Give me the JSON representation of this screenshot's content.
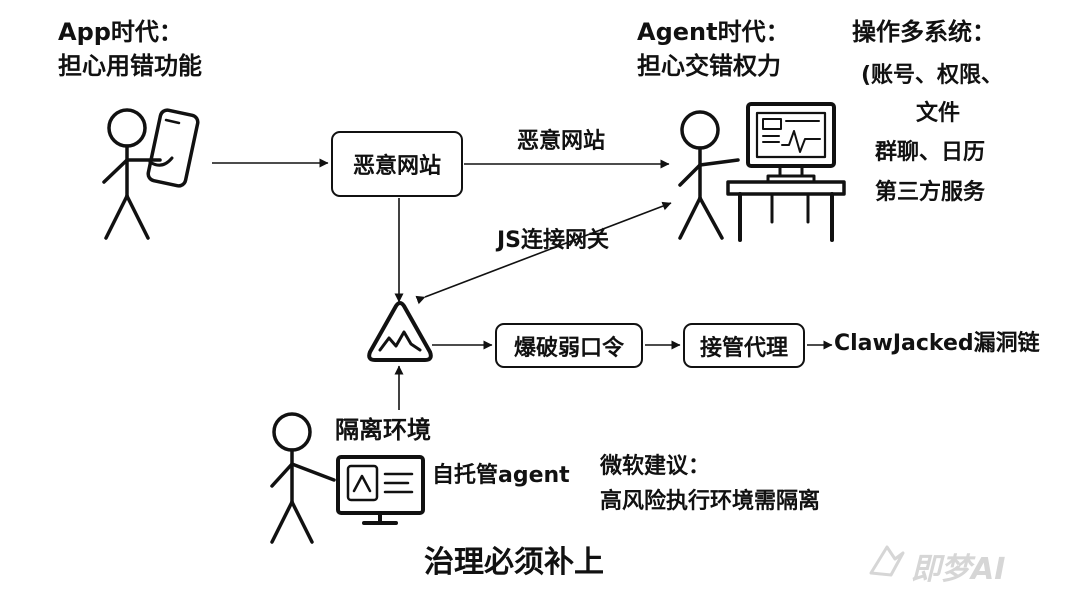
{
  "app_era": {
    "line1": "App时代：",
    "line2": "担心用错功能"
  },
  "agent_era": {
    "line1": "Agent时代：",
    "line2": "担心交错权力"
  },
  "multi_system": {
    "line1": "操作多系统：",
    "line2": "(账号、权限、",
    "line3": "文件",
    "line4": "群聊、日历",
    "line5": "第三方服务"
  },
  "nodes": {
    "malicious_site": "恶意网站",
    "brute_force": "爆破弱口令",
    "takeover": "接管代理",
    "isolated_env": "隔离环境",
    "self_hosted": "自托管agent"
  },
  "edges": {
    "malicious_site": "恶意网站",
    "js_gateway": "JS连接网关"
  },
  "result": "ClawJacked漏洞链",
  "microsoft": {
    "line1": "微软建议：",
    "line2": "高风险执行环境需隔离"
  },
  "conclusion": "治理必须补上",
  "watermark": "即梦AI",
  "colors": {
    "ink": "#111111",
    "background": "#ffffff",
    "watermark": "#d6d6d6"
  }
}
